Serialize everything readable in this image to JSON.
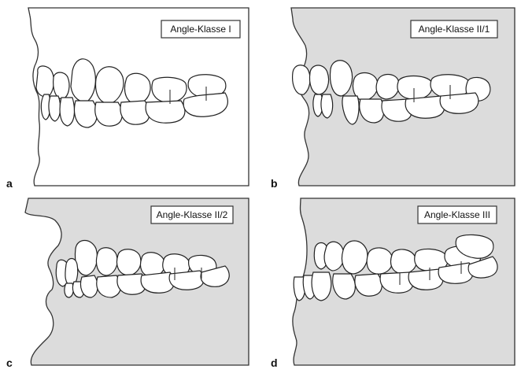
{
  "panels": [
    {
      "letter": "a",
      "label": "Angle-Klasse I"
    },
    {
      "letter": "b",
      "label": "Angle-Klasse II/1"
    },
    {
      "letter": "c",
      "label": "Angle-Klasse II/2"
    },
    {
      "letter": "d",
      "label": "Angle-Klasse III"
    }
  ],
  "colors": {
    "background_shaded": "#dcdcdc",
    "background_white": "#ffffff",
    "stroke": "#333333"
  }
}
